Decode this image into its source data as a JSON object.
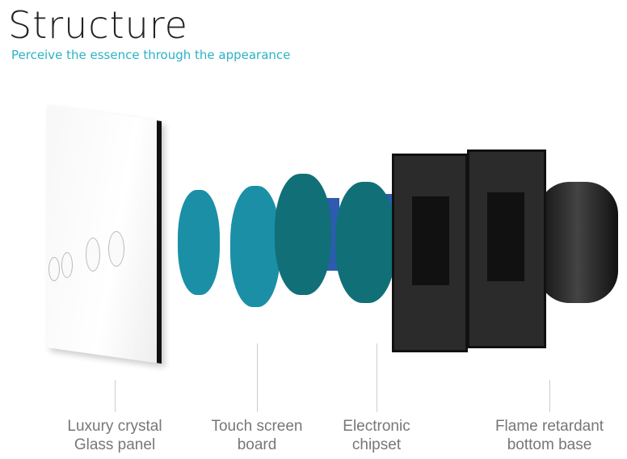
{
  "header": {
    "title": "Structure",
    "subtitle": "Perceive the essence  through the appearance"
  },
  "colors": {
    "accent": "#2ab3c6",
    "label": "#777777"
  },
  "labels": [
    {
      "line1": "Luxury crystal",
      "line2": "Glass panel"
    },
    {
      "line1": "Touch screen",
      "line2": "board"
    },
    {
      "line1": "Electronic",
      "line2": "chipset"
    },
    {
      "line1": "Flame retardant",
      "line2": "bottom base"
    }
  ]
}
